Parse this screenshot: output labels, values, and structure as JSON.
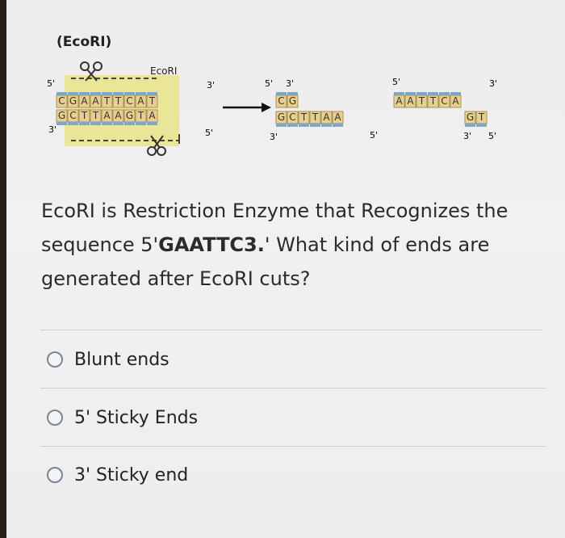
{
  "figure": {
    "title": "(EcoRI)",
    "enzyme_label": "EcoRI",
    "end_labels": {
      "five_prime": "5'",
      "three_prime": "3'"
    },
    "original_top": [
      "C",
      "G",
      "A",
      "A",
      "T",
      "T",
      "C",
      "A",
      "T"
    ],
    "original_bottom": [
      "G",
      "C",
      "T",
      "T",
      "A",
      "A",
      "G",
      "T",
      "A"
    ],
    "fragment1_top": [
      "C",
      "G"
    ],
    "fragment1_bottom": [
      "G",
      "C",
      "T",
      "T",
      "A",
      "A"
    ],
    "fragment2_top": [
      "A",
      "A",
      "T",
      "T",
      "C",
      "A"
    ],
    "fragment2_bottom": [
      "G",
      "T"
    ],
    "colors": {
      "yellow_box": "#e9e37a",
      "base_tan": "#e6cf8f",
      "base_border": "#a8905a",
      "blue_stripe": "#7fa6c9",
      "arrow": "#111111"
    }
  },
  "question": {
    "text_before": "EcoRI is Restriction Enzyme that Recognizes the sequence 5'",
    "sequence": "GAATTC3.",
    "text_after": "' What kind of ends are generated after EcoRI cuts?"
  },
  "options": [
    {
      "label": "Blunt ends"
    },
    {
      "label": "5' Sticky Ends"
    },
    {
      "label": "3' Sticky end"
    }
  ]
}
